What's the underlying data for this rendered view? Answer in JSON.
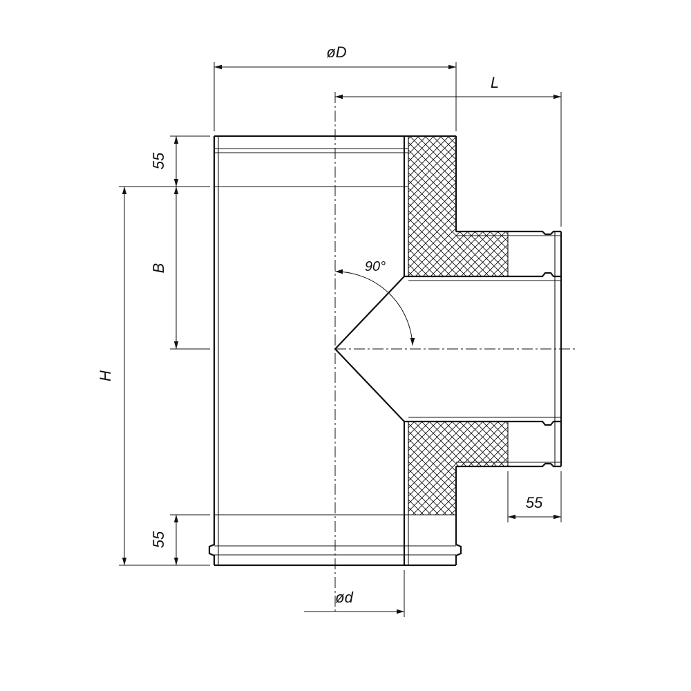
{
  "drawing": {
    "type": "technical-diagram",
    "subject": "90-degree insulated sandwich tee, cross-section with dimensions",
    "background_color": "#ffffff",
    "line_color": "#111111",
    "dimensions": {
      "outer_diameter_label": "øD",
      "branch_length_label": "L",
      "top_socket_label": "55",
      "branch_offset_label": "B",
      "total_height_label": "H",
      "bottom_socket_label": "55",
      "branch_end_label": "55",
      "inner_diameter_label": "ød",
      "angle_label": "90°"
    }
  }
}
